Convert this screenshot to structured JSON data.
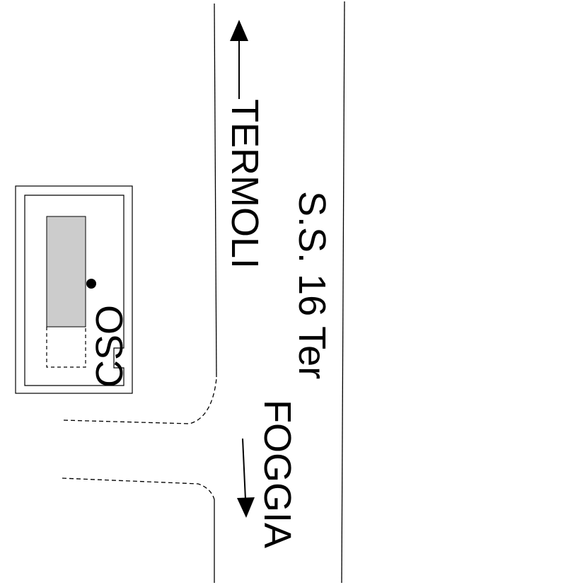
{
  "map": {
    "road_name": "S.S. 16 Ter",
    "direction_north": "TERMOLI",
    "direction_south": "FOGGIA",
    "site_label": "CSO",
    "colors": {
      "line": "#000000",
      "building_fill": "#cccccc",
      "background": "#ffffff"
    },
    "icons": {
      "north_arrow": "arrow-up-icon",
      "south_arrow": "arrow-down-icon",
      "site_marker": "point-marker-icon"
    }
  }
}
